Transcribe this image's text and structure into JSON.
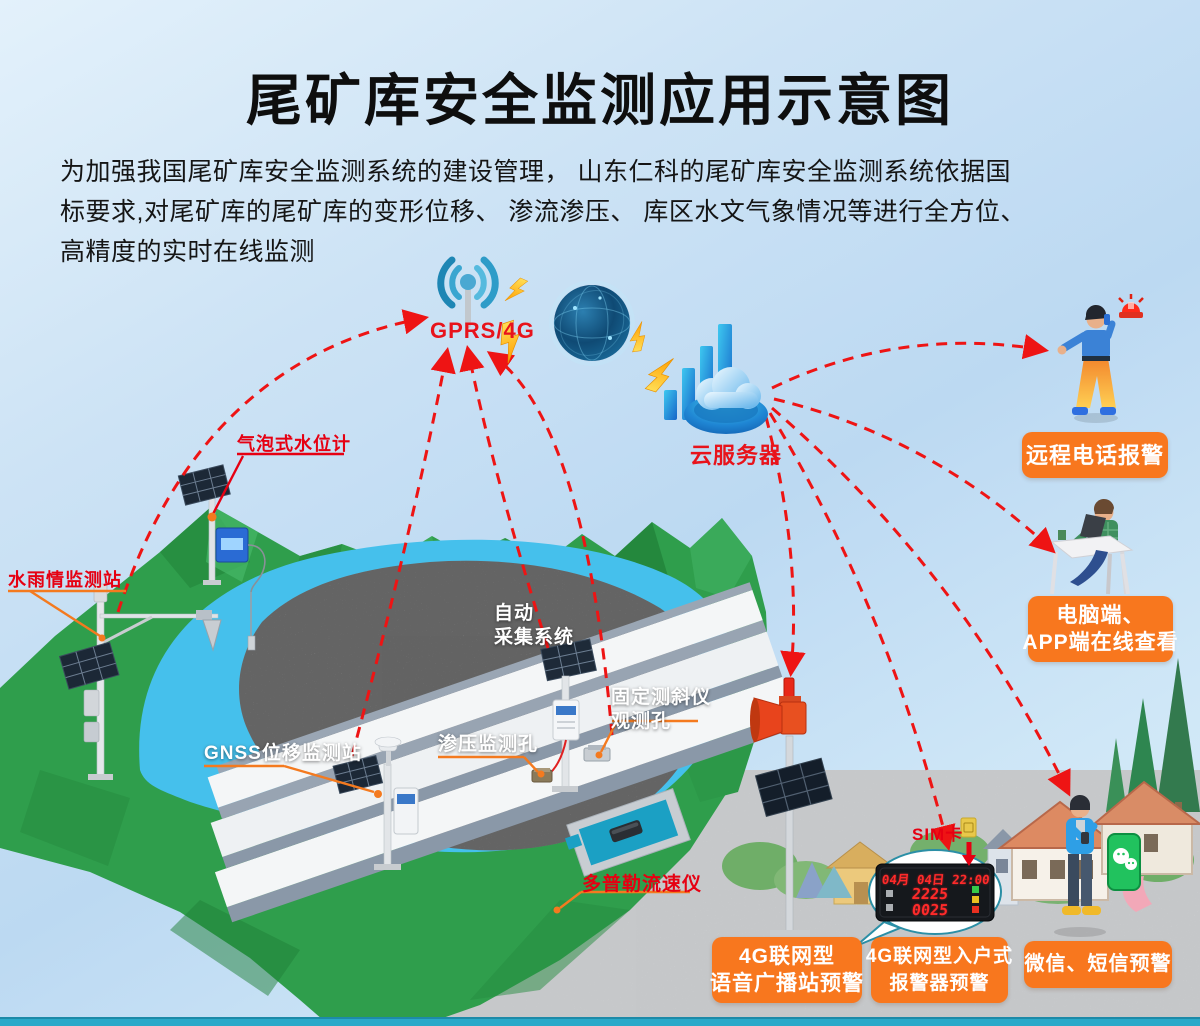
{
  "title": "尾矿库安全监测应用示意图",
  "description": {
    "line1": "为加强我国尾矿库安全监测系统的建设管理， 山东仁科的尾矿库安全监测系统依据国",
    "line2": "标要求,对尾矿库的尾矿库的变形位移、 渗流渗压、 库区水文气象情况等进行全方位、",
    "line3": "高精度的实时在线监测"
  },
  "network": {
    "gateway_label": "GPRS/4G",
    "cloud_server_label": "云服务器"
  },
  "device_labels": {
    "bubble_water_level": "气泡式水位计",
    "water_rain_station": "水雨情监测站",
    "gnss_station": "GNSS位移监测站",
    "seepage_hole": "渗压监测孔",
    "auto_collect_line1": "自动",
    "auto_collect_line2": "采集系统",
    "inclinometer_line1": "固定测斜仪",
    "inclinometer_line2": "观测孔",
    "doppler": "多普勒流速仪",
    "sim_card": "SIM卡"
  },
  "alerts": {
    "phone": "远程电话报警",
    "online_line1": "电脑端、",
    "online_line2": "APP端在线查看",
    "broadcast_line1": "4G联网型",
    "broadcast_line2": "语音广播站预警",
    "home_alarm_line1": "4G联网型入户式",
    "home_alarm_line2": "报警器预警",
    "wechat_sms": "微信、短信预警"
  },
  "led_display": {
    "date_time": "04月 04日 22:00",
    "value1": "2225",
    "value2": "0025"
  },
  "colors": {
    "label_red": "#e60012",
    "arrow_red": "#ee1414",
    "callout_orange": "#f47a1f",
    "button_orange": "#f8771e",
    "mountain_green": "#2f9e4c",
    "water_blue": "#45c0ec",
    "bottom_strip": "#2aa9c9",
    "led_red": "#ff2a2a",
    "wechat_green": "#21c25e"
  }
}
